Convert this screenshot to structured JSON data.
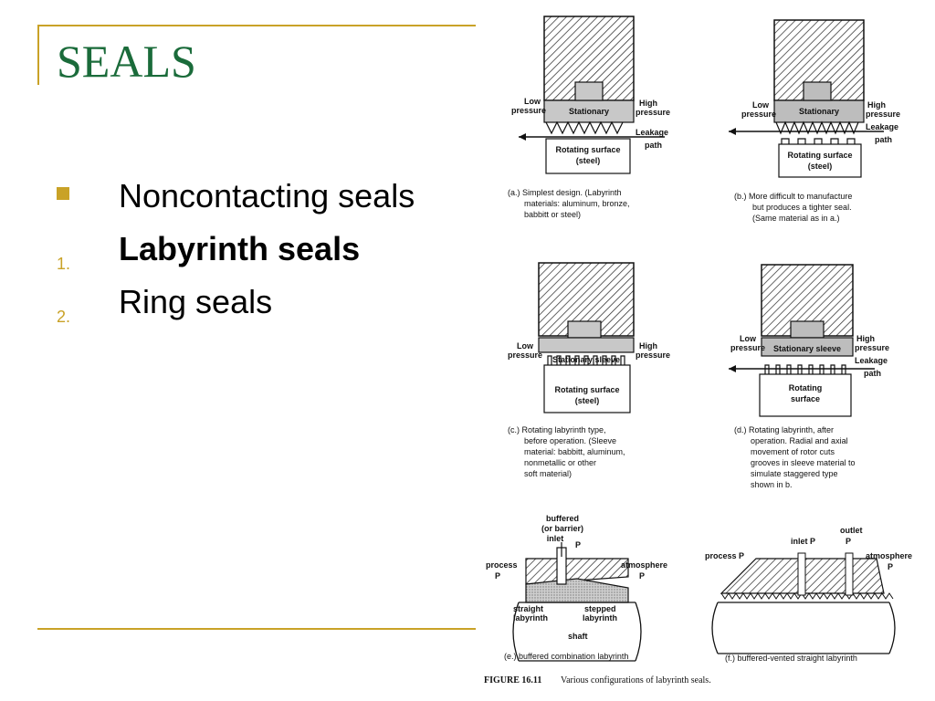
{
  "slide": {
    "title": "SEALS",
    "bullets": [
      {
        "marker": "",
        "text": "Noncontacting seals"
      },
      {
        "marker": "1.",
        "text": "Labyrinth seals"
      },
      {
        "marker": "2.",
        "text": "Ring seals"
      }
    ]
  },
  "figure": {
    "panel_a": {
      "low": "Low",
      "low2": "pressure",
      "high": "High",
      "high2": "pressure",
      "stationary": "Stationary",
      "leak": "Leakage",
      "leak2": "path",
      "rot1": "Rotating surface",
      "rot2": "(steel)",
      "cap1": "(a.) Simplest design. (Labyrinth",
      "cap2": "materials: aluminum, bronze,",
      "cap3": "babbitt or steel)"
    },
    "panel_b": {
      "low": "Low",
      "low2": "pressure",
      "high": "High",
      "high2": "pressure",
      "stationary": "Stationary",
      "leak": "Leakage",
      "leak2": "path",
      "rot1": "Rotating surface",
      "rot2": "(steel)",
      "cap1": "(b.) More difficult to manufacture",
      "cap2": "but produces a tighter seal.",
      "cap3": "(Same material as in a.)"
    },
    "panel_c": {
      "low": "Low",
      "low2": "pressure",
      "high": "High",
      "high2": "pressure",
      "sleeve": "Stationary sleeve",
      "rot1": "Rotating surface",
      "rot2": "(steel)",
      "cap1": "(c.) Rotating labyrinth type,",
      "cap2": "before operation. (Sleeve",
      "cap3": "material: babbitt, aluminum,",
      "cap4": "nonmetallic or other",
      "cap5": "soft material)"
    },
    "panel_d": {
      "low": "Low",
      "low2": "pressure",
      "high": "High",
      "high2": "pressure",
      "sleeve": "Stationary sleeve",
      "leak": "Leakage",
      "leak2": "path",
      "rot1": "Rotating",
      "rot2": "surface",
      "cap1": "(d.) Rotating labyrinth, after",
      "cap2": "operation. Radial and axial",
      "cap3": "movement of rotor cuts",
      "cap4": "grooves in sleeve material to",
      "cap5": "simulate staggered type",
      "cap6": "shown in b."
    },
    "panel_e": {
      "buf1": "buffered",
      "buf2": "(or barrier)",
      "buf3": "inlet",
      "pb": "P",
      "process": "process",
      "pp": "P",
      "atmo": "atmosphere",
      "pa": "P",
      "straight1": "straight",
      "straight2": "labyrinth",
      "stepped1": "stepped",
      "stepped2": "labyrinth",
      "shaft": "shaft",
      "cap": "(e.) buffered combination labyrinth"
    },
    "panel_f": {
      "process": "process P",
      "inlet": "inlet P",
      "outlet1": "outlet",
      "outlet2": "P",
      "atmo": "atmosphere",
      "pa": "P",
      "cap": "(f.) buffered-vented straight labyrinth"
    },
    "caption_label": "FIGURE 16.11",
    "caption_text": "Various configurations of labyrinth seals."
  }
}
